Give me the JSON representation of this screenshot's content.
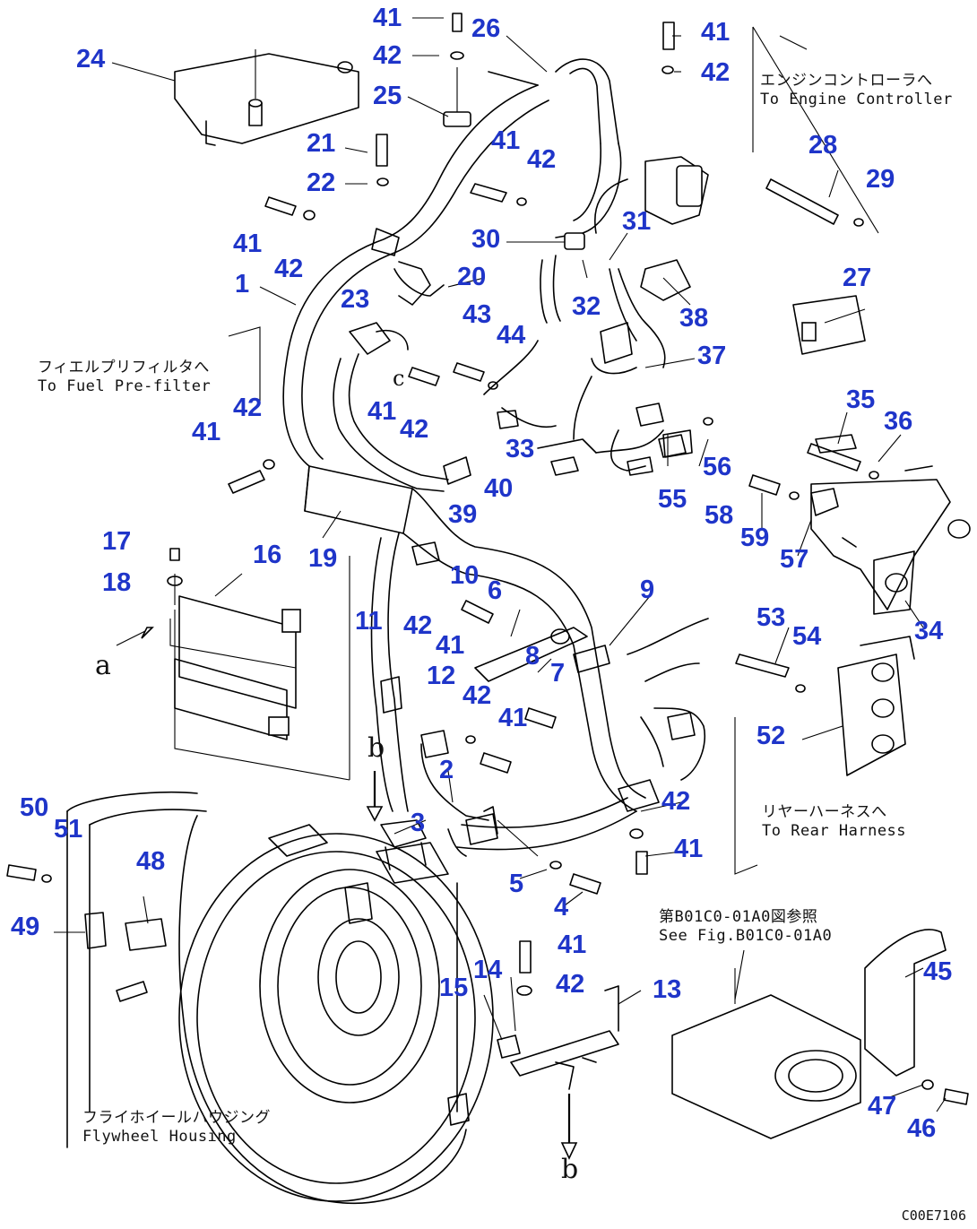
{
  "callouts": {
    "n1": "1",
    "n2": "2",
    "n3": "3",
    "n4": "4",
    "n5": "5",
    "n6": "6",
    "n7": "7",
    "n8": "8",
    "n9": "9",
    "n10": "10",
    "n11": "11",
    "n12": "12",
    "n13": "13",
    "n14": "14",
    "n15": "15",
    "n16": "16",
    "n17": "17",
    "n18": "18",
    "n19": "19",
    "n20": "20",
    "n21": "21",
    "n22": "22",
    "n23": "23",
    "n24": "24",
    "n25": "25",
    "n26": "26",
    "n27": "27",
    "n28": "28",
    "n29": "29",
    "n30": "30",
    "n31": "31",
    "n32": "32",
    "n33": "33",
    "n34": "34",
    "n35": "35",
    "n36": "36",
    "n37": "37",
    "n38": "38",
    "n39": "39",
    "n40": "40",
    "n41": "41",
    "n42": "42",
    "n43": "43",
    "n44": "44",
    "n45": "45",
    "n46": "46",
    "n47": "47",
    "n48": "48",
    "n49": "49",
    "n50": "50",
    "n51": "51",
    "n52": "52",
    "n53": "53",
    "n54": "54",
    "n55": "55",
    "n56": "56",
    "n57": "57",
    "n58": "58",
    "n59": "59"
  },
  "notes": {
    "engine_controller": "エンジンコントローラへ\nTo Engine Controller",
    "fuel_prefilter": "フィエルプリフィルタへ\nTo Fuel Pre-filter",
    "rear_harness": "リヤーハーネスへ\nTo Rear Harness",
    "see_fig": "第B01C0-01A0図参照\nSee Fig.B01C0-01A0",
    "flywheel": "フライホイールハウジング\nFlywheel Housing"
  },
  "refs": {
    "a": "a",
    "b": "b",
    "c": "c"
  },
  "drawing_code": "C00E7106",
  "colors": {
    "callout": "#1f35c9",
    "line": "#000000",
    "background": "#ffffff"
  }
}
